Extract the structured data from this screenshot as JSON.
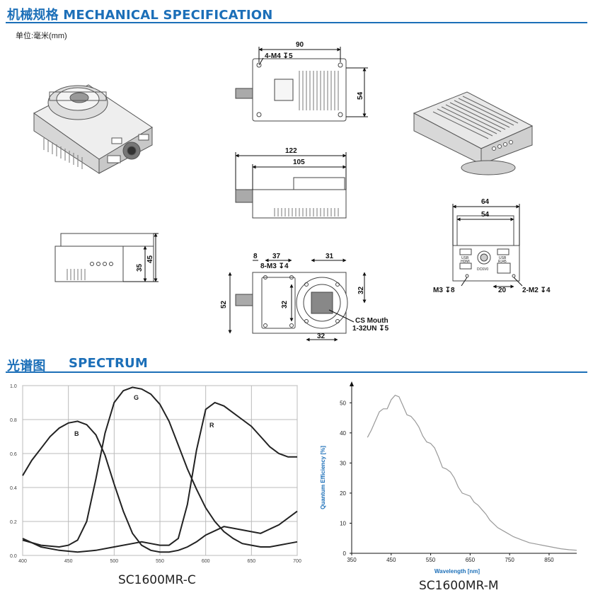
{
  "mech": {
    "title": "机械规格 MECHANICAL SPECIFICATION",
    "unit": "单位:毫米(mm)",
    "dims": {
      "top_width": "90",
      "top_holes": "4-M4 ↧5",
      "top_height": "54",
      "side_len1": "122",
      "side_len2": "105",
      "front_h1": "35",
      "front_h2": "45",
      "bottom_8": "8",
      "bottom_37": "37",
      "bottom_31": "31",
      "bottom_m3": "8-M3 ↧4",
      "bottom_32a": "32",
      "bottom_52": "52",
      "bottom_32b": "32",
      "bottom_32c": "32",
      "cs_mouth": "CS Mouth",
      "cs_thread": "1-32UN ↧5",
      "rear_64": "64",
      "rear_54": "54",
      "rear_m3": "M3 ↧8",
      "rear_20": "20",
      "rear_m2": "2-M2 ↧4"
    },
    "ports": {
      "usb": "USB",
      "hdmi": "HDMI",
      "rj45": "RJ45",
      "dc": "DC6V0"
    }
  },
  "spectrum": {
    "title_cn": "光谱图",
    "title_en": "SPECTRUM"
  },
  "chart_data": [
    {
      "type": "line",
      "model": "SC1600MR-C",
      "xlim": [
        400,
        700
      ],
      "ylim": [
        0,
        1.0
      ],
      "x_ticks": [
        "400",
        "450",
        "500",
        "550",
        "600",
        "650",
        "700"
      ],
      "y_ticks": [
        "0.0",
        "0.2",
        "0.4",
        "0.6",
        "0.8",
        "1.0"
      ],
      "grid": true,
      "series": [
        {
          "name": "B",
          "color": "#222222",
          "x": [
            400,
            410,
            420,
            430,
            440,
            450,
            460,
            470,
            480,
            490,
            500,
            510,
            520,
            530,
            540,
            550,
            560,
            570,
            580,
            590,
            600,
            620,
            640,
            660,
            680,
            700
          ],
          "y": [
            0.47,
            0.56,
            0.63,
            0.7,
            0.75,
            0.78,
            0.79,
            0.77,
            0.71,
            0.59,
            0.42,
            0.26,
            0.13,
            0.06,
            0.03,
            0.02,
            0.02,
            0.03,
            0.05,
            0.08,
            0.12,
            0.17,
            0.15,
            0.13,
            0.18,
            0.26
          ]
        },
        {
          "name": "G",
          "color": "#222222",
          "x": [
            400,
            420,
            440,
            450,
            460,
            470,
            480,
            490,
            500,
            510,
            520,
            530,
            540,
            550,
            560,
            570,
            580,
            590,
            600,
            610,
            620,
            630,
            640,
            650,
            660,
            670,
            680,
            690,
            700
          ],
          "y": [
            0.09,
            0.06,
            0.05,
            0.06,
            0.09,
            0.2,
            0.45,
            0.72,
            0.9,
            0.97,
            0.99,
            0.98,
            0.95,
            0.89,
            0.79,
            0.65,
            0.51,
            0.39,
            0.28,
            0.2,
            0.14,
            0.1,
            0.07,
            0.06,
            0.05,
            0.05,
            0.06,
            0.07,
            0.08
          ]
        },
        {
          "name": "R",
          "color": "#222222",
          "x": [
            400,
            420,
            440,
            460,
            480,
            500,
            520,
            530,
            540,
            550,
            560,
            570,
            580,
            590,
            600,
            610,
            620,
            630,
            640,
            650,
            660,
            670,
            680,
            690,
            700
          ],
          "y": [
            0.1,
            0.05,
            0.03,
            0.02,
            0.03,
            0.05,
            0.07,
            0.08,
            0.07,
            0.06,
            0.06,
            0.1,
            0.3,
            0.62,
            0.86,
            0.9,
            0.88,
            0.84,
            0.8,
            0.76,
            0.7,
            0.64,
            0.6,
            0.58,
            0.58
          ]
        }
      ],
      "annotations": [
        "B",
        "G",
        "R"
      ]
    },
    {
      "type": "line",
      "model": "SC1600MR-M",
      "xlabel": "Wavelength [nm]",
      "ylabel": "Quantum Efficiency [%]",
      "xlim": [
        350,
        920
      ],
      "ylim": [
        0,
        55
      ],
      "x_ticks": [
        "350",
        "450",
        "550",
        "650",
        "750",
        "850"
      ],
      "y_ticks": [
        "0",
        "10",
        "20",
        "30",
        "40",
        "50"
      ],
      "grid": false,
      "series": [
        {
          "name": "",
          "color": "#999999",
          "x": [
            390,
            400,
            410,
            420,
            430,
            440,
            450,
            460,
            470,
            480,
            490,
            500,
            510,
            520,
            530,
            540,
            550,
            560,
            570,
            580,
            590,
            600,
            610,
            620,
            630,
            640,
            650,
            660,
            670,
            680,
            690,
            700,
            720,
            740,
            760,
            780,
            800,
            820,
            840,
            860,
            880,
            900,
            920
          ],
          "y": [
            38.5,
            41,
            44,
            47,
            48,
            48,
            51,
            52.5,
            52,
            49,
            46,
            45.5,
            44,
            42,
            39,
            37,
            36.5,
            35,
            32,
            28.5,
            28,
            27,
            25,
            22,
            20,
            19.5,
            19,
            17,
            16,
            14.5,
            13,
            11,
            8.5,
            7,
            5.5,
            4.5,
            3.5,
            3,
            2.5,
            2,
            1.5,
            1.2,
            1
          ]
        }
      ]
    }
  ]
}
